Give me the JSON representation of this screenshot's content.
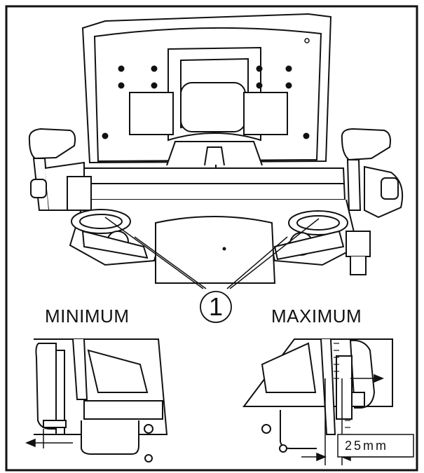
{
  "labels": {
    "minimum": "MINIMUM",
    "maximum": "MAXIMUM",
    "callout": "1",
    "dimension": "25mm"
  },
  "colors": {
    "line": "#111111",
    "background": "#ffffff"
  }
}
